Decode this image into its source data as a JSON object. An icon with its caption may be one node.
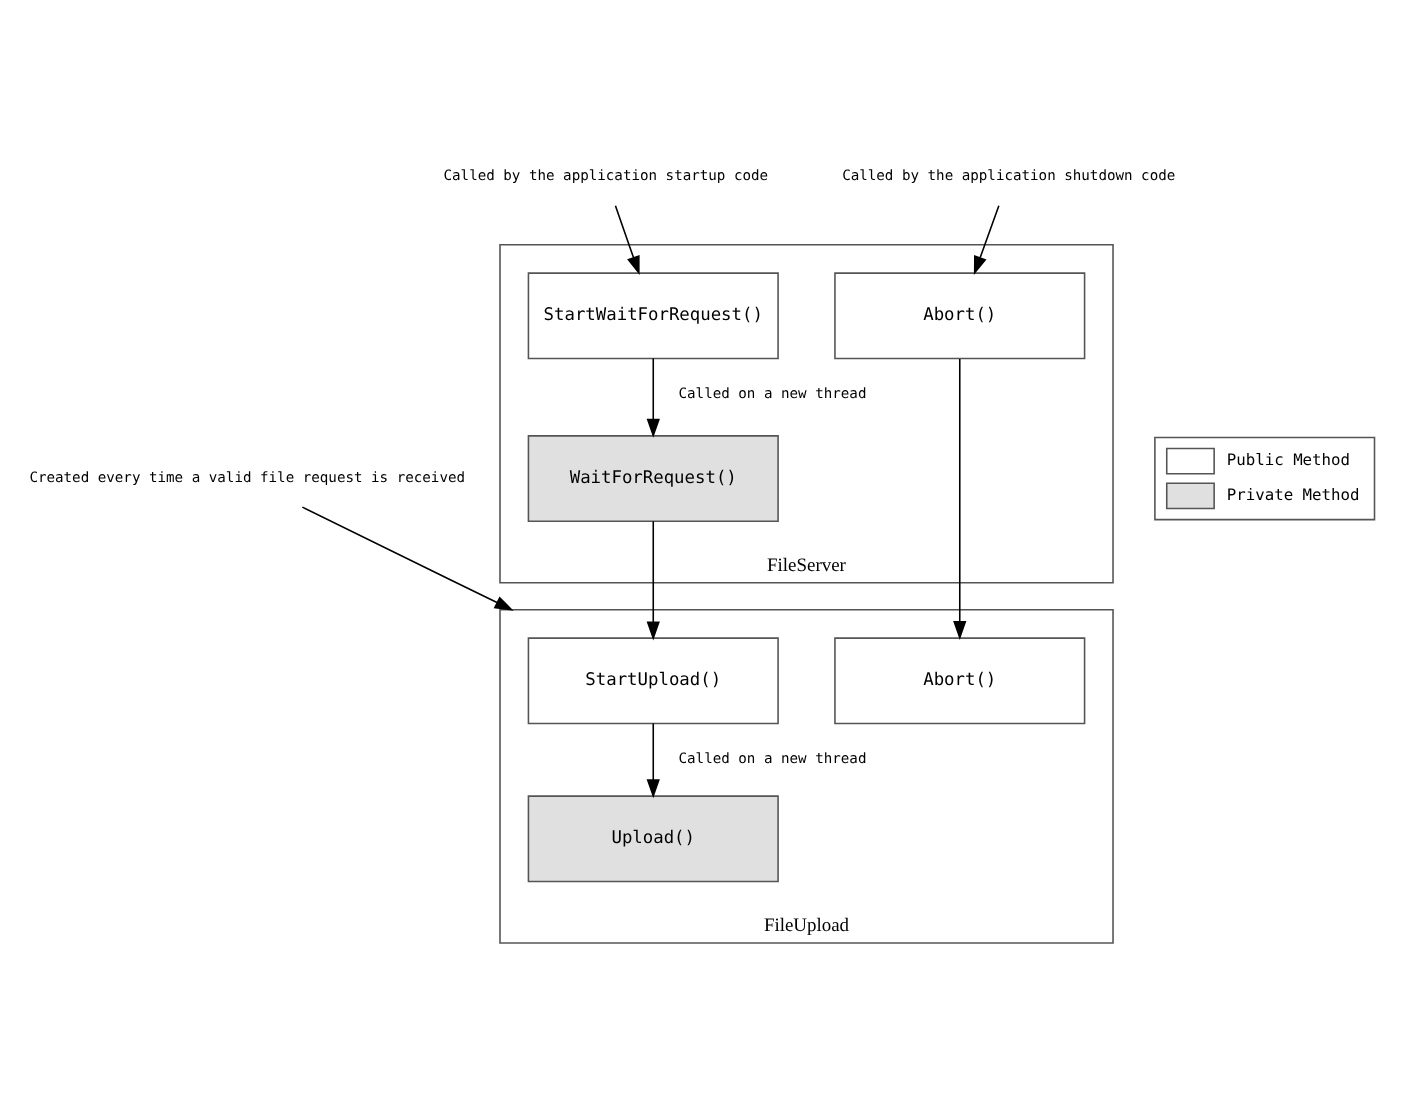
{
  "diagram": {
    "nodes": [
      {
        "text": [
          "FileServer"
        ]
      },
      {
        "text": [
          "StartWaitForRequest()"
        ],
        "in": 0
      },
      {
        "text": [
          "WaitForRequest()"
        ],
        "in": 0
      },
      {
        "text": [
          "Abort()"
        ],
        "in": 0
      },
      {
        "text": [
          "FileUpload"
        ]
      },
      {
        "text": [
          "StartUpload()"
        ],
        "in": 4
      },
      {
        "text": [
          "Upload()"
        ],
        "in": 4
      },
      {
        "text": [
          "Abort()"
        ],
        "in": 4
      },
      {
        "text": [
          "Called by the application startup code"
        ]
      },
      {
        "text": [
          "Called by the application shutdown code"
        ]
      },
      {
        "text": [
          "Created every time a valid file request is received"
        ]
      }
    ],
    "edges": [
      {
        "from": 8,
        "to": 1,
        "arrow": "to"
      },
      {
        "from": 1,
        "to": 2,
        "arrow": "to",
        "label": "Called on a new thread"
      },
      {
        "from": 2,
        "to": 5,
        "arrow": "to"
      },
      {
        "from": 10,
        "to": 4,
        "arrow": "to"
      },
      {
        "from": 5,
        "to": 6,
        "arrow": "to",
        "label": "Called on a new thread"
      },
      {
        "from": 9,
        "to": 3,
        "arrow": "to"
      },
      {
        "from": 3,
        "to": 7,
        "arrow": "to"
      }
    ],
    "legend": [
      {
        "text": "Public Method",
        "color": "#ffffff"
      },
      {
        "text": "Private Method",
        "color": "#e0e0e0"
      }
    ]
  }
}
